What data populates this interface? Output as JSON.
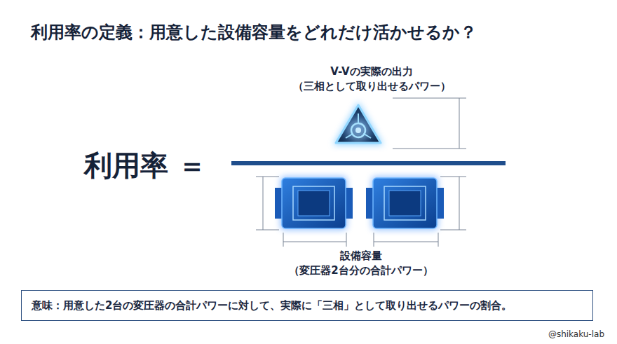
{
  "diagram": {
    "title": "利用率の定義：用意した設備容量をどれだけ活かせるか？",
    "nodes": [
      {
        "text": [
          "意味：用意した2台の変圧器の合計パワーに対して、実際に「三相」として取り出せるパワーの割合。"
        ]
      }
    ],
    "labels": [
      "V-Vの実際の出力",
      "（三相として取り出せるパワー）",
      "利用率 ＝",
      "設備容量",
      "（変圧器2台分の合計パワー）",
      "@shikaku-lab"
    ]
  }
}
